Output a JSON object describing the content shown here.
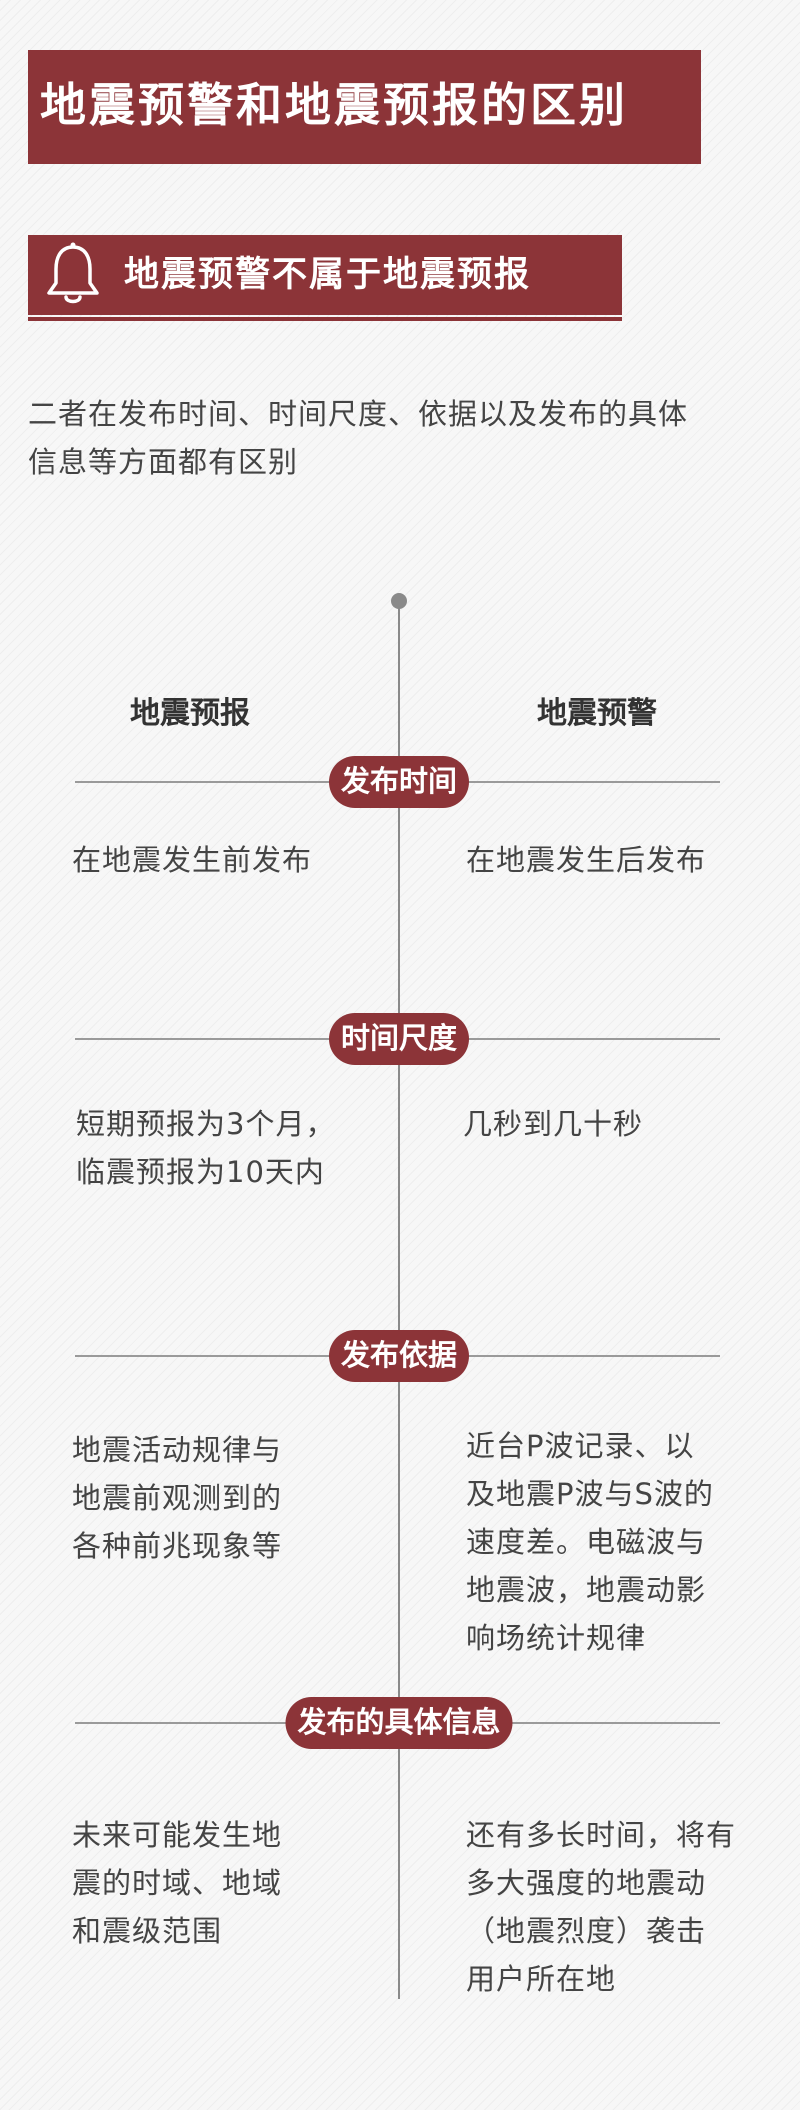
{
  "title": "地震预警和地震预报的区别",
  "subtitle": {
    "icon": "bell-icon",
    "text": "地震预警不属于地震预报"
  },
  "intro_lines": [
    "二者在发布时间、时间尺度、依据以及发布的具体",
    "信息等方面都有区别"
  ],
  "columns": {
    "left": "地震预报",
    "right": "地震预警"
  },
  "sections": [
    {
      "label": "发布时间",
      "left": [
        "在地震发生前发布"
      ],
      "right": [
        "在地震发生后发布"
      ]
    },
    {
      "label": "时间尺度",
      "left": [
        "短期预报为3个月，",
        "临震预报为10天内"
      ],
      "right": [
        "几秒到几十秒"
      ]
    },
    {
      "label": "发布依据",
      "left": [
        "地震活动规律与",
        "地震前观测到的",
        "各种前兆现象等"
      ],
      "right": [
        "近台P波记录、以",
        "及地震P波与S波的",
        "速度差。电磁波与",
        "地震波，地震动影",
        "响场统计规律"
      ]
    },
    {
      "label": "发布的具体信息",
      "left": [
        "未来可能发生地",
        "震的时域、地域",
        "和震级范围"
      ],
      "right": [
        "还有多长时间，将有",
        "多大强度的地震动",
        "（地震烈度）袭击",
        "用户所在地"
      ]
    }
  ],
  "colors": {
    "accent": "#8c3438",
    "line": "#9a9a9a",
    "text": "#444444"
  }
}
